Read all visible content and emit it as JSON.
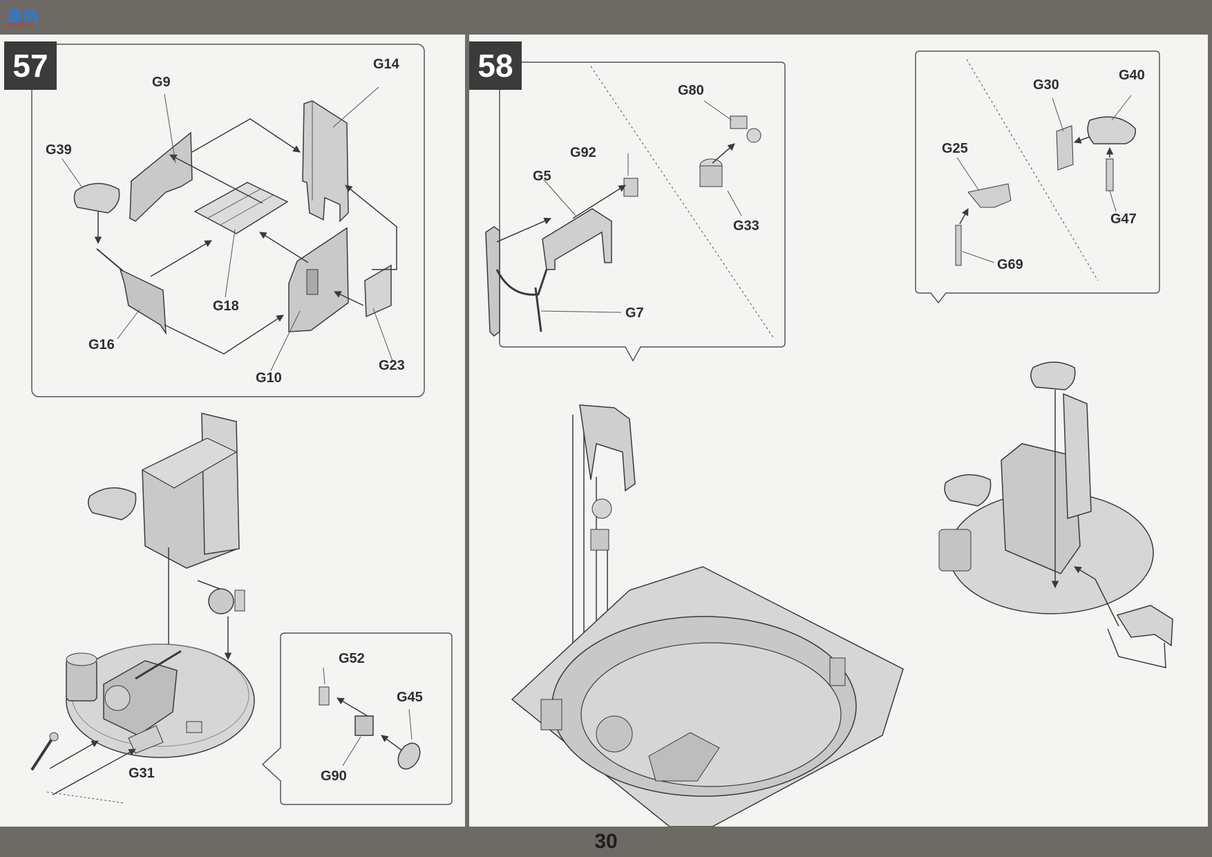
{
  "watermark": {
    "logo_text": "嘉网",
    "logo_subtext": "www.j15.com"
  },
  "steps": [
    {
      "number": "57",
      "parts": [
        "G14",
        "G9",
        "G39",
        "G18",
        "G16",
        "G10",
        "G23",
        "G31",
        "G52",
        "G45",
        "G90"
      ]
    },
    {
      "number": "58",
      "parts": [
        "G80",
        "G92",
        "G5",
        "G33",
        "G7",
        "G30",
        "G40",
        "G25",
        "G47",
        "G69"
      ]
    }
  ],
  "page_number": "30",
  "colors": {
    "paper": "#f4f4f2",
    "band": "#6d6964",
    "step_badge": "#3b3b3b",
    "part_fill": "#bdbdbd",
    "line": "#3a3a3a"
  }
}
